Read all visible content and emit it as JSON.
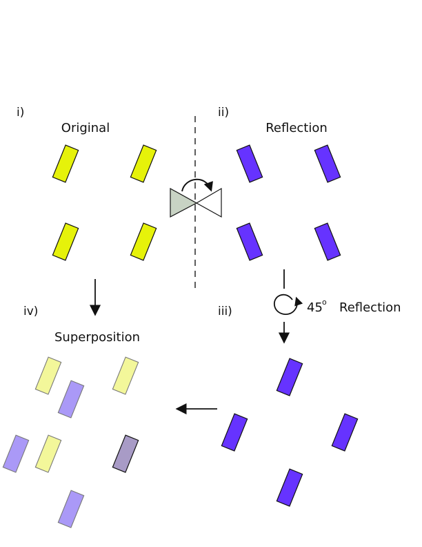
{
  "panels": {
    "i": {
      "numeral": "i)",
      "title": "Original"
    },
    "ii": {
      "numeral": "ii)",
      "title": "Reflection"
    },
    "iii": {
      "numeral": "iii)",
      "title": ""
    },
    "iv": {
      "numeral": "iv)",
      "title": "Superposition"
    }
  },
  "rotation_label": {
    "angle": "45",
    "degree_mark": "o",
    "text": "Reflection"
  },
  "colors": {
    "original": "#e6f20a",
    "reflection": "#6633ff",
    "faded_original": "#f3f79a",
    "faded_reflection": "#aa99f7",
    "overlap": "#a89bc6",
    "mirror_left": "#c8d3c4",
    "mirror_right": "#ffffff",
    "stroke": "#111111"
  },
  "icons": {
    "mirror": "bowtie-mirror-icon",
    "flip_arrow": "curved-arrow-icon",
    "rotate_arrow": "circular-arrow-icon"
  }
}
